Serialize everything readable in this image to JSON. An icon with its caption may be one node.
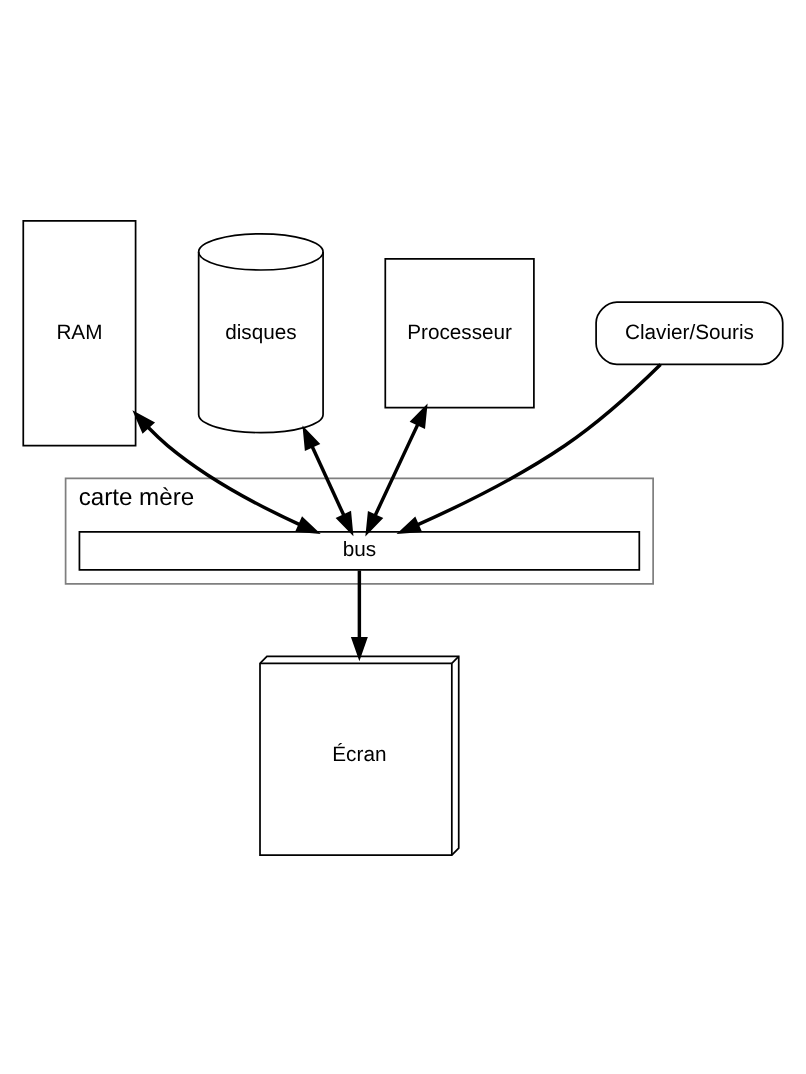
{
  "diagram": {
    "nodes": [
      {
        "text": [
          "RAM"
        ]
      },
      {
        "text": [
          "disques"
        ]
      },
      {
        "text": [
          "Processeur"
        ]
      },
      {
        "text": [
          "carte mère"
        ]
      },
      {
        "text": [
          "bus"
        ],
        "in": 3
      },
      {
        "text": [
          "Clavier/Souris"
        ]
      },
      {
        "text": [
          "Écran"
        ]
      }
    ],
    "edges": [
      {
        "from": 2,
        "to": 4,
        "arrow": "both"
      },
      {
        "from": 0,
        "to": 4,
        "arrow": "both"
      },
      {
        "from": 1,
        "to": 4,
        "arrow": "both"
      },
      {
        "from": 5,
        "to": 4,
        "arrow": "to"
      },
      {
        "from": 4,
        "to": 6,
        "arrow": "to"
      }
    ]
  }
}
